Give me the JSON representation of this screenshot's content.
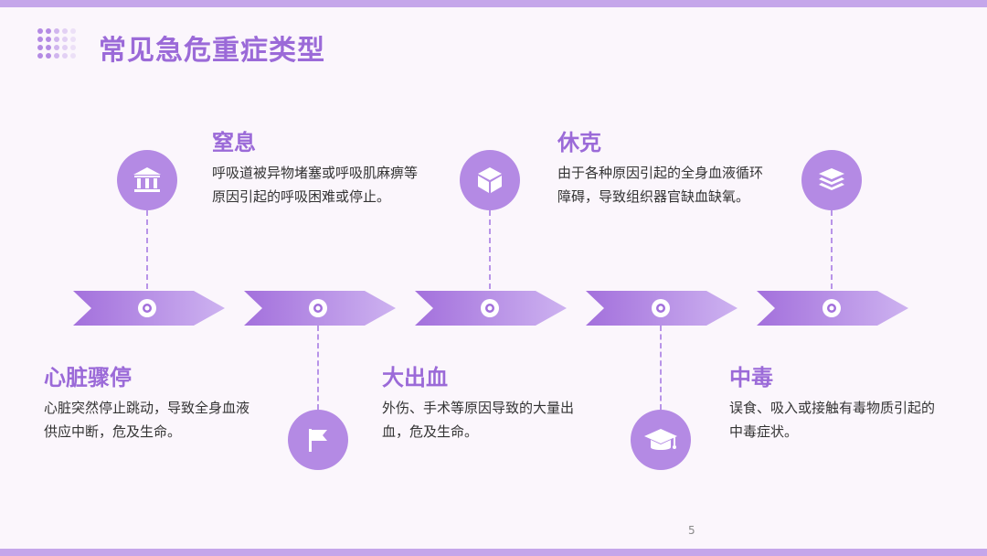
{
  "slide": {
    "title": "常见急危重症类型",
    "page_number": "5"
  },
  "items": [
    {
      "title": "心脏骤停",
      "desc": "心脏突然停止跳动，导致全身血液供应中断，危及生命。",
      "icon": "bank-icon"
    },
    {
      "title": "窒息",
      "desc": "呼吸道被异物堵塞或呼吸肌麻痹等原因引起的呼吸困难或停止。",
      "icon": "flag-icon"
    },
    {
      "title": "大出血",
      "desc": "外伤、手术等原因导致的大量出血，危及生命。",
      "icon": "cube-icon"
    },
    {
      "title": "休克",
      "desc": "由于各种原因引起的全身血液循环障碍，导致组织器官缺血缺氧。",
      "icon": "graduation-cap-icon"
    },
    {
      "title": "中毒",
      "desc": "误食、吸入或接触有毒物质引起的中毒症状。",
      "icon": "layers-icon"
    }
  ],
  "colors": {
    "accent": "#9b6ad8",
    "icon_bg": "#b48ae4",
    "chevron_dark": "#a370dc",
    "chevron_light": "#cdb2f0",
    "bar": "#c5a6ea"
  }
}
